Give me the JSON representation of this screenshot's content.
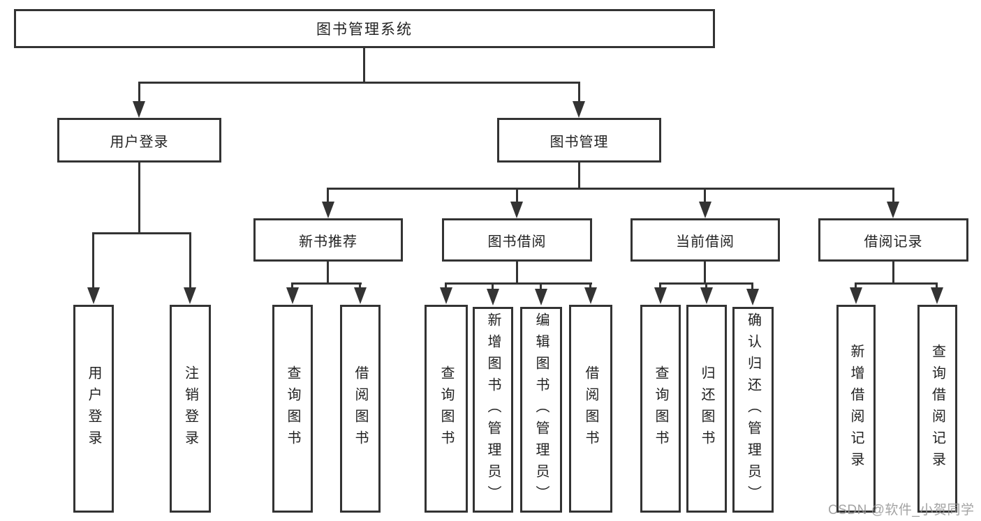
{
  "page": {
    "background": "#ffffff"
  },
  "colors": {
    "line": "#333333",
    "box_border": "#333333",
    "text": "#222222",
    "watermark": "#969696"
  },
  "diagram_type": "hierarchy-flowchart",
  "nodes": {
    "root": {
      "label": "图书管理系统"
    },
    "user_login": {
      "label": "用户登录"
    },
    "book_management": {
      "label": "图书管理"
    },
    "new_book_rec": {
      "label": "新书推荐"
    },
    "book_borrow": {
      "label": "图书借阅"
    },
    "current_borrow": {
      "label": "当前借阅"
    },
    "borrow_record": {
      "label": "借阅记录"
    },
    "leaves": {
      "user_login": [
        "用户登录",
        "注销登录"
      ],
      "new_book_rec": [
        "查询图书",
        "借阅图书"
      ],
      "book_borrow": [
        "查询图书",
        "新增图书（管理员）",
        "编辑图书（管理员）",
        "借阅图书"
      ],
      "current_borrow": [
        "查询图书",
        "归还图书",
        "确认归还（管理员）"
      ],
      "borrow_record": [
        "新增借阅记录",
        "查询借阅记录"
      ]
    }
  },
  "watermark": {
    "text": "CSDN @软件_小贺同学"
  }
}
